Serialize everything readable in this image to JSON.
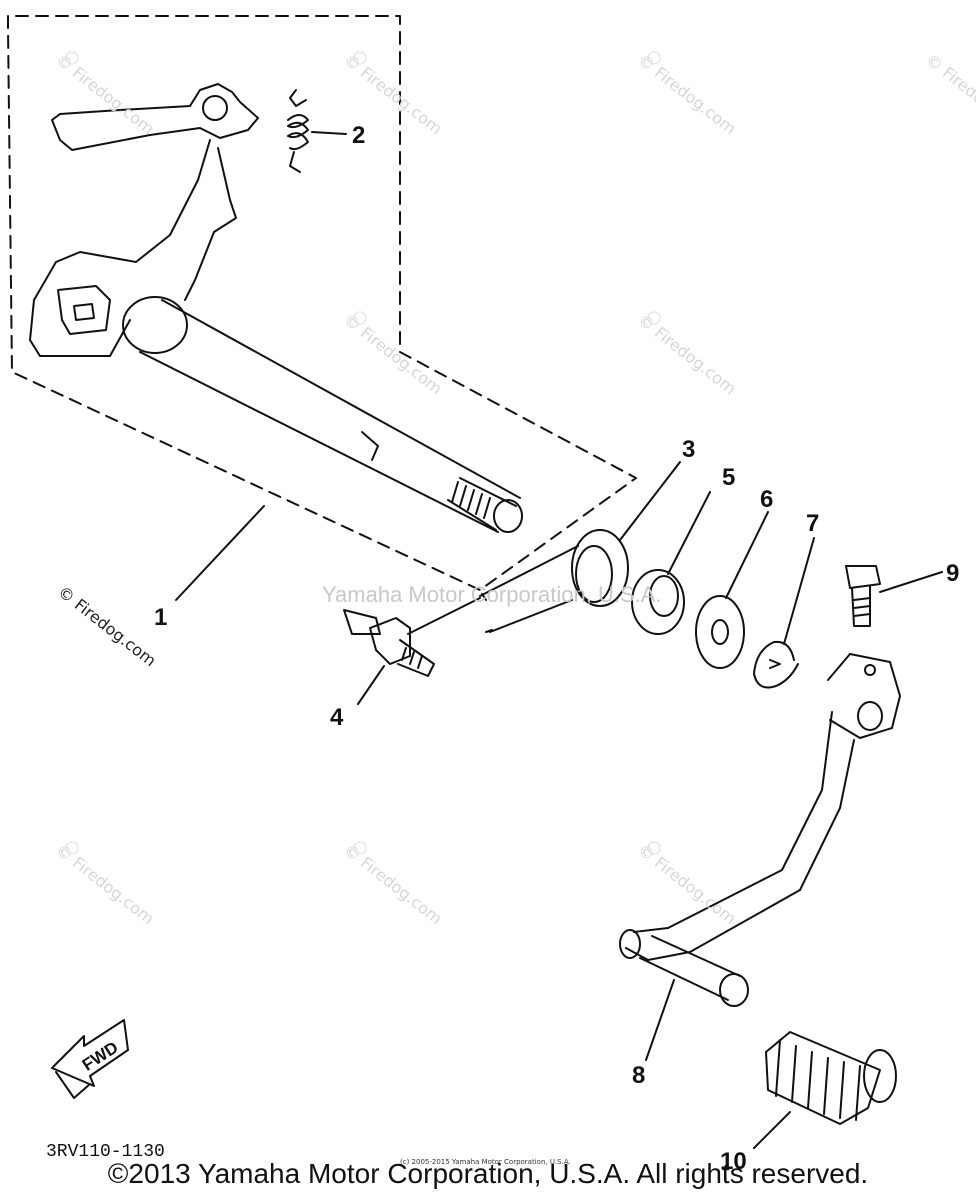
{
  "callouts": {
    "c1": "1",
    "c2": "2",
    "c3": "3",
    "c4": "4",
    "c5": "5",
    "c6": "6",
    "c7": "7",
    "c8": "8",
    "c9": "9",
    "c10": "10"
  },
  "fwd_label": "FWD",
  "diagram_code": "3RV110-1130",
  "copyright": "©2013 Yamaha Motor Corporation, U.S.A. All rights reserved.",
  "tiny_copyright": "(c) 2005-2015 Yamaha Motor Corporation, U.S.A.",
  "center_watermark": "Yamaha Motor Corporation, U.S.A.",
  "watermark": "© Firedog.com"
}
